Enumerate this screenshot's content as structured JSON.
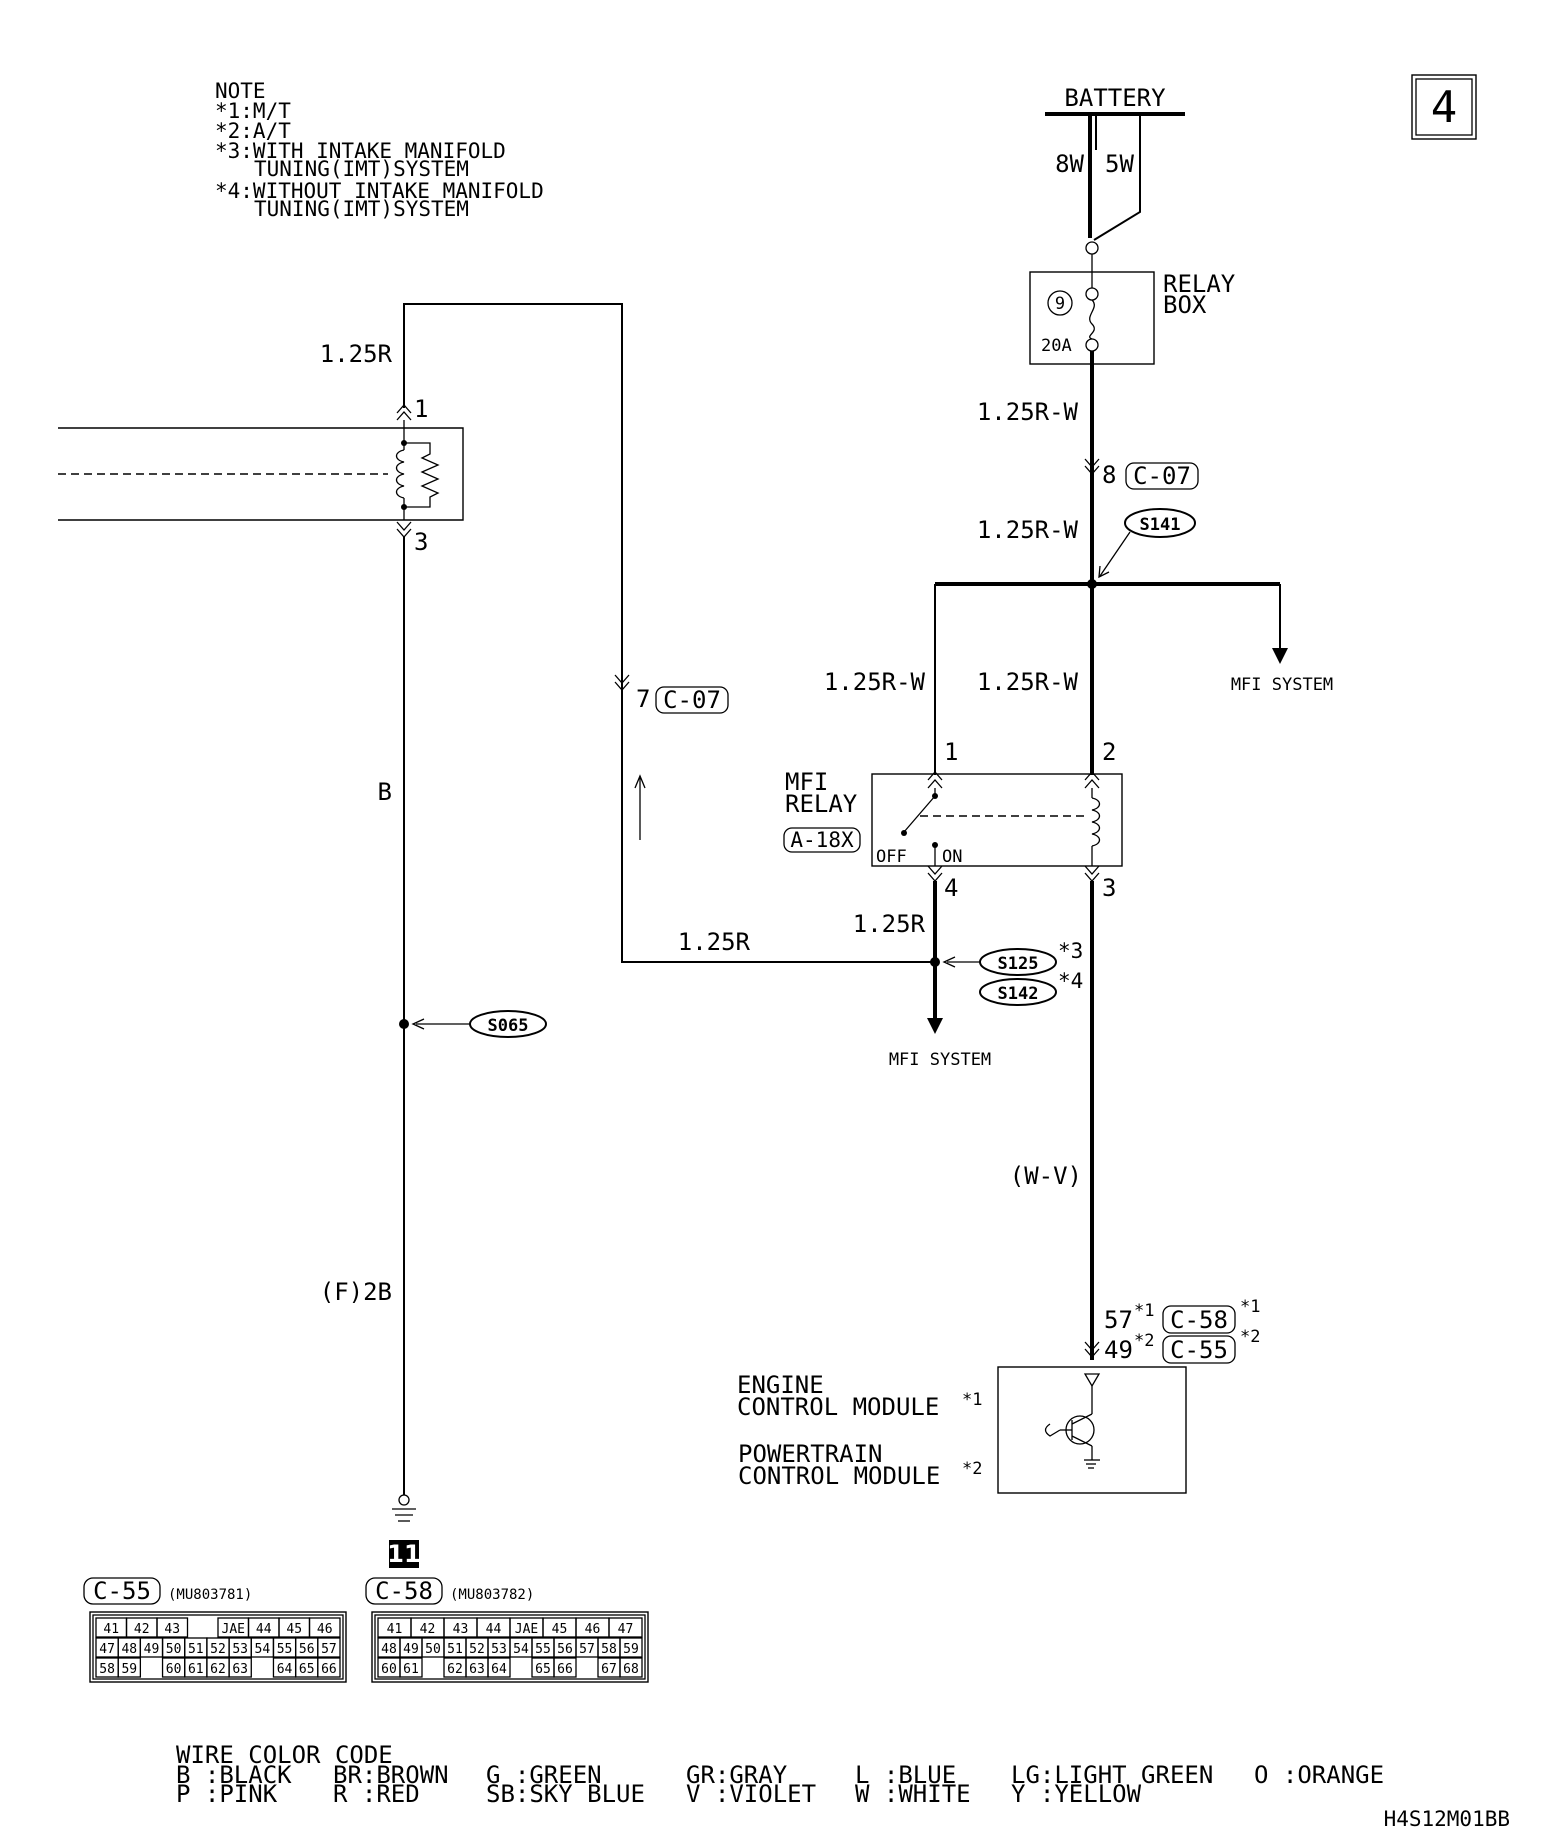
{
  "page_number": "4",
  "drawing_id": "H4S12M01BB",
  "note": {
    "title": "NOTE",
    "lines": [
      "*1:M/T",
      "*2:A/T",
      "*3:WITH INTAKE MANIFOLD",
      "TUNING(IMT)SYSTEM",
      "*4:WITHOUT INTAKE MANIFOLD",
      "TUNING(IMT)SYSTEM"
    ]
  },
  "battery": {
    "label": "BATTERY",
    "wire_left": "8W",
    "wire_right": "5W"
  },
  "relay_box": {
    "label_line1": "RELAY",
    "label_line2": "BOX",
    "fuse_number": "9",
    "fuse_rating": "20A"
  },
  "wires": {
    "after_fuse": "1.25R-W",
    "after_c07": "1.25R-W",
    "branch_left": "1.25R-W",
    "branch_center": "1.25R-W",
    "left_top": "1.25R",
    "relay_out": "1.25R",
    "horizontal_link": "1.25R",
    "left_b": "B",
    "left_ground": "(F)2B",
    "to_ecm": "(W-V)"
  },
  "connectors": {
    "c07_pin8": "8",
    "c07_pin7": "7",
    "c07_label": "C-07",
    "left_pin1": "1",
    "left_pin3": "3"
  },
  "splices": {
    "s141": "S141",
    "s125": "S125",
    "s142": "S142",
    "s065": "S065",
    "s125_note": "*3",
    "s142_note": "*4"
  },
  "mfi_relay": {
    "label_line1": "MFI",
    "label_line2": "RELAY",
    "connector": "A-18X",
    "off": "OFF",
    "on": "ON",
    "pin1": "1",
    "pin2": "2",
    "pin3": "3",
    "pin4": "4"
  },
  "mfi_system_right": "MFI SYSTEM",
  "mfi_system_bottom": "MFI SYSTEM",
  "ecm": {
    "pin57": "57",
    "pin57_note": "*1",
    "c58": "C-58",
    "c58_note": "*1",
    "pin49": "49",
    "pin49_note": "*2",
    "c55": "C-55",
    "c55_note": "*2",
    "ecm_line1": "ENGINE",
    "ecm_line2": "CONTROL MODULE",
    "ecm_note": "*1",
    "pcm_line1": "POWERTRAIN",
    "pcm_line2": "CONTROL MODULE",
    "pcm_note": "*2"
  },
  "ground": {
    "number": "11"
  },
  "connector_views": [
    {
      "name": "C-55",
      "part": "(MU803781)",
      "row1": [
        "41",
        "42",
        "43",
        "",
        "JAE",
        "44",
        "45",
        "46"
      ],
      "row2": [
        "47",
        "48",
        "49",
        "50",
        "51",
        "52",
        "53",
        "54",
        "55",
        "56",
        "57"
      ],
      "row3": [
        "58",
        "59",
        "",
        "60",
        "61",
        "62",
        "63",
        "",
        "64",
        "65",
        "66"
      ]
    },
    {
      "name": "C-58",
      "part": "(MU803782)",
      "row1": [
        "41",
        "42",
        "43",
        "44",
        "JAE",
        "45",
        "46",
        "47"
      ],
      "row2": [
        "48",
        "49",
        "50",
        "51",
        "52",
        "53",
        "54",
        "55",
        "56",
        "57",
        "58",
        "59"
      ],
      "row3": [
        "60",
        "61",
        "",
        "62",
        "63",
        "64",
        "",
        "65",
        "66",
        "",
        "67",
        "68"
      ]
    }
  ],
  "wire_color_code": {
    "title": "WIRE COLOR CODE",
    "row1": [
      "B :BLACK",
      "BR:BROWN",
      "G :GREEN",
      "GR:GRAY",
      "L :BLUE",
      "LG:LIGHT GREEN",
      "O :ORANGE"
    ],
    "row2": [
      "P :PINK",
      "R :RED",
      "SB:SKY BLUE",
      "V :VIOLET",
      "W :WHITE",
      "Y :YELLOW"
    ]
  }
}
